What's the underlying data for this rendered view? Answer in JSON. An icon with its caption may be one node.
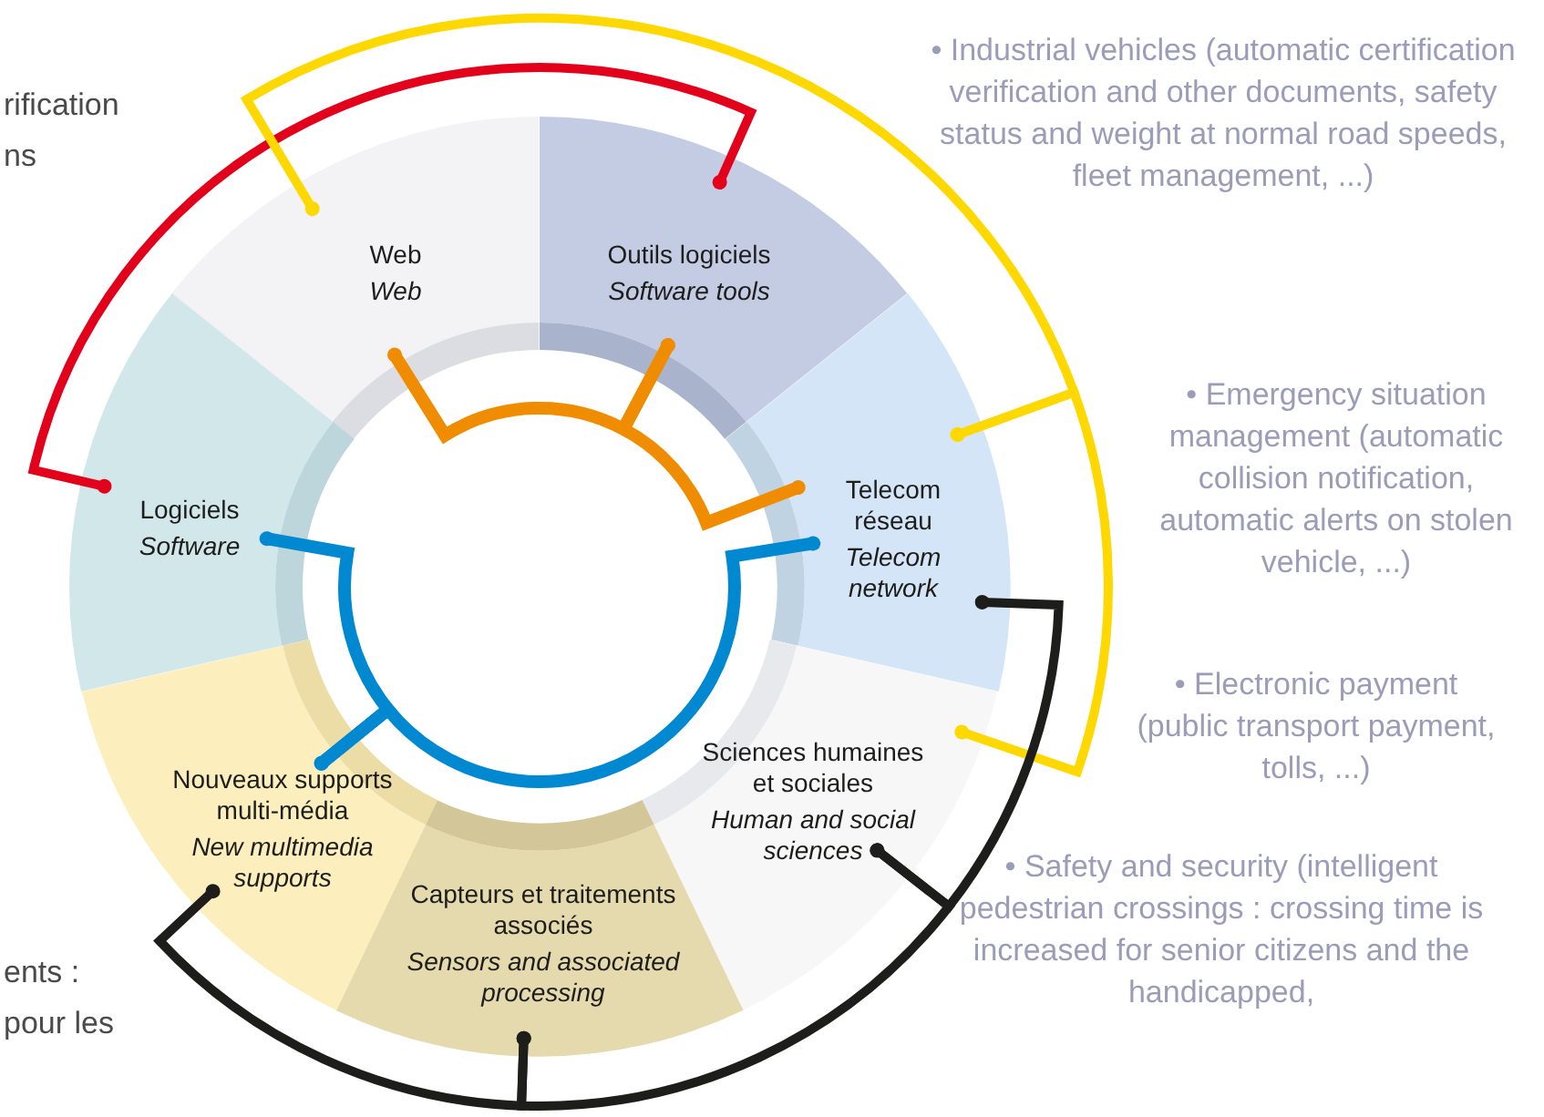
{
  "diagram": {
    "nodes": [
      {
        "text": [
          "Web",
          "Web"
        ]
      },
      {
        "text": [
          "Outils logiciels",
          "Software tools"
        ]
      },
      {
        "text": [
          "Telecom réseau",
          "Telecom network"
        ]
      },
      {
        "text": [
          "Sciences humaines et sociales",
          "Human and social sciences"
        ]
      },
      {
        "text": [
          "Capteurs et traitements associés",
          "Sensors and associated processing"
        ]
      },
      {
        "text": [
          "Nouveaux supports multi-média",
          "New multimedia supports"
        ]
      },
      {
        "text": [
          "Logiciels",
          "Software"
        ]
      }
    ],
    "edges": [
      {
        "from": 6,
        "to": 1,
        "arrow": "other",
        "color": "#e2001a"
      },
      {
        "from": 0,
        "to": 2,
        "arrow": "other",
        "color": "#ffd800"
      },
      {
        "from": 2,
        "to": 3,
        "arrow": "other",
        "color": "#ffd800"
      },
      {
        "from": 2,
        "to": 3,
        "arrow": "other",
        "color": "#1d1d1b"
      },
      {
        "from": 3,
        "to": 4,
        "arrow": "other",
        "color": "#1d1d1b"
      },
      {
        "from": 4,
        "to": 5,
        "arrow": "other",
        "color": "#1d1d1b"
      },
      {
        "from": 0,
        "to": 1,
        "arrow": "other",
        "color": "#f08c00"
      },
      {
        "from": 1,
        "to": 2,
        "arrow": "other",
        "color": "#f08c00"
      },
      {
        "from": 6,
        "to": 5,
        "arrow": "other",
        "color": "#0088d1"
      },
      {
        "from": 5,
        "to": 2,
        "arrow": "other",
        "color": "#0088d1"
      }
    ],
    "labels": [
      "• Industrial vehicles (automatic certification verification and other documents, safety status and weight at normal road speeds, fleet management, ...)",
      "rification",
      "ns",
      "• Emergency situation management (automatic collision notification, automatic alerts on stolen vehicle, ...)",
      "• Electronic payment (public transport payment, tolls, ...)",
      "• Safety and security (intelligent pedestrian crossings : crossing time is increased for senior citizens and the handicapped,",
      "ents :",
      "pour les"
    ]
  }
}
